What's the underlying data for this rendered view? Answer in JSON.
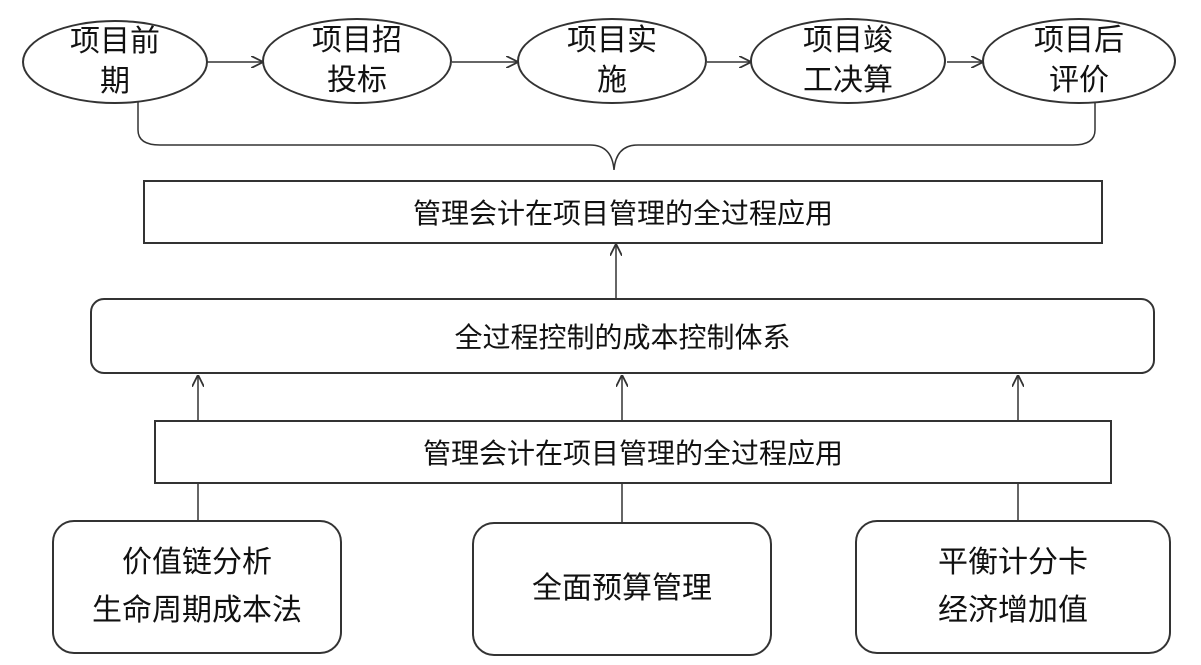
{
  "stages": [
    "项目前\n期",
    "项目招\n投标",
    "项目实\n施",
    "项目竣\n工决算",
    "项目后\n评价"
  ],
  "top_box": "管理会计在项目管理的全过程应用",
  "control_system": "全过程控制的成本控制体系",
  "mid_box": "管理会计在项目管理的全过程应用",
  "methods": {
    "left": "价值链分析\n生命周期成本法",
    "center": "全面预算管理",
    "right": "平衡计分卡\n经济增加值"
  }
}
